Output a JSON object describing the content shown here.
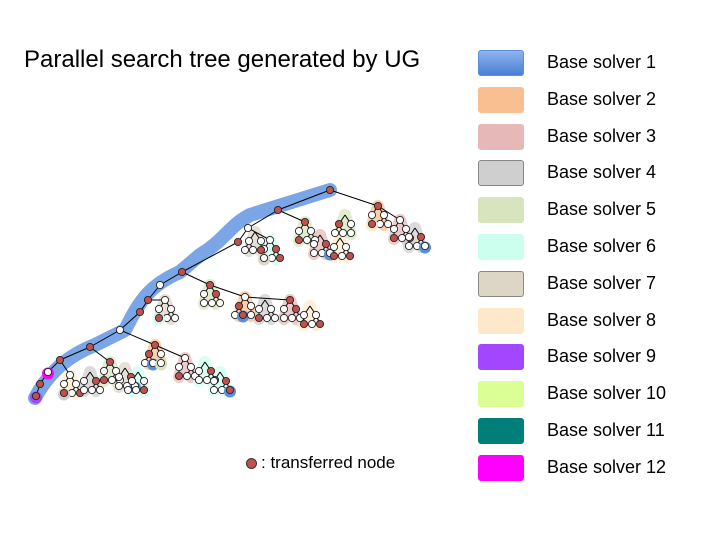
{
  "title": "Parallel search tree generated by UG",
  "note": ": transferred node",
  "colors": {
    "transferred_node": "#c0504d",
    "plain_node": "#ffffff",
    "edge": "#000000"
  },
  "legend": [
    {
      "label": "Base solver 1",
      "color": "#5b8fdc"
    },
    {
      "label": "Base solver 2",
      "color": "#f9bf90"
    },
    {
      "label": "Base solver 3",
      "color": "#e6b9b8"
    },
    {
      "label": "Base solver 4",
      "color": "#cfcfcf"
    },
    {
      "label": "Base solver 5",
      "color": "#d7e4bd"
    },
    {
      "label": "Base solver 6",
      "color": "#ccffee"
    },
    {
      "label": "Base solver 7",
      "color": "#ddd6c6"
    },
    {
      "label": "Base solver 8",
      "color": "#fde9c9"
    },
    {
      "label": "Base solver 9",
      "color": "#a347ff"
    },
    {
      "label": "Base solver 10",
      "color": "#dbff94"
    },
    {
      "label": "Base solver 11",
      "color": "#007f7a"
    },
    {
      "label": "Base solver 12",
      "color": "#ff00ff"
    }
  ]
}
